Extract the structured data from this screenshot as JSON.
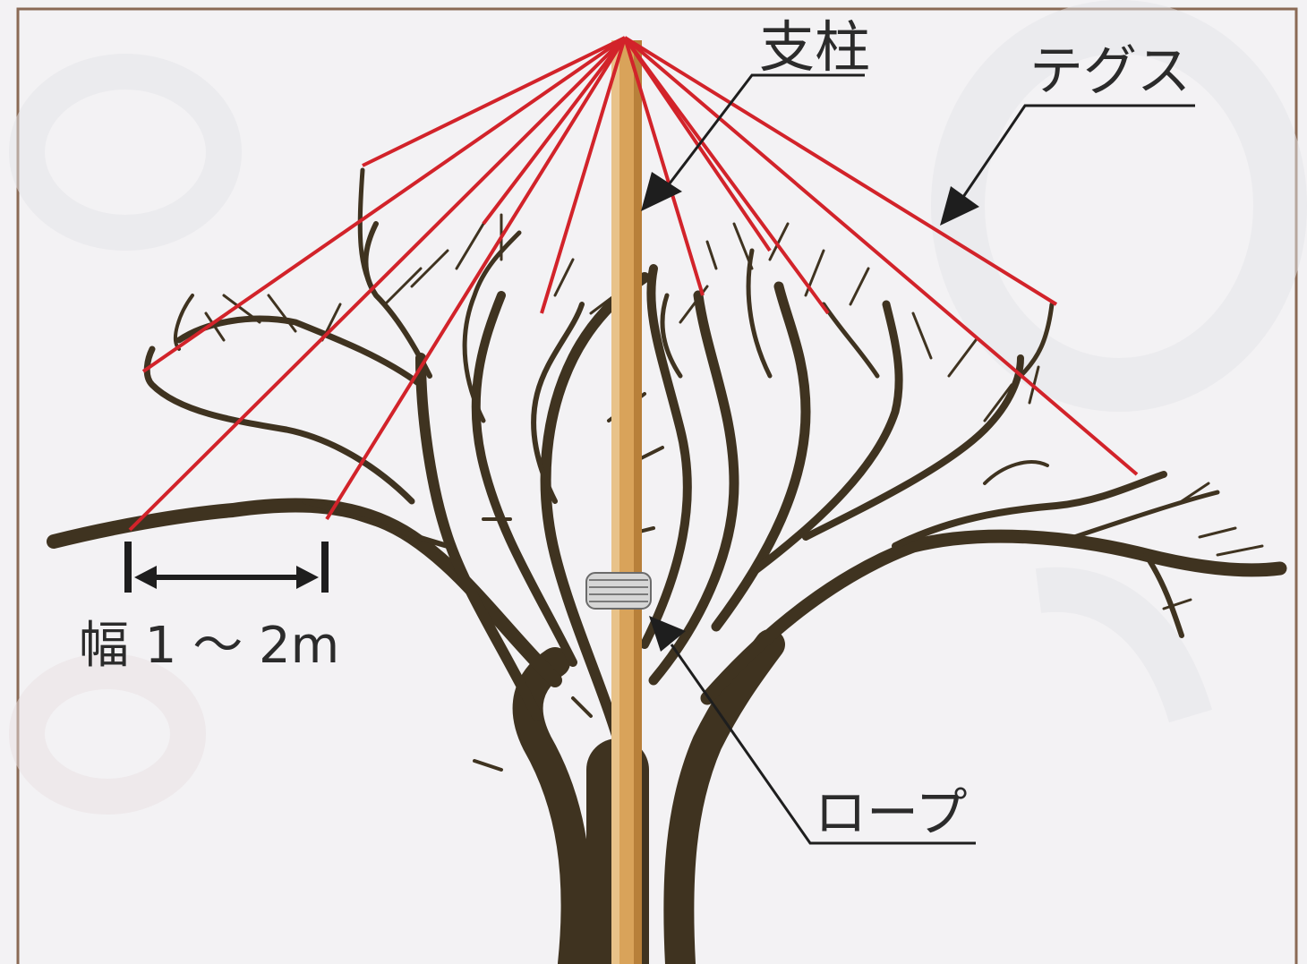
{
  "labels": {
    "support_pole": "支柱",
    "fishing_line": "テグス",
    "rope": "ロープ",
    "width": "幅 1 ～ 2m"
  },
  "colors": {
    "background": "#f3f2f4",
    "frame_border": "#8a6a55",
    "line_red": "#d2232a",
    "pole": "#d9a35a",
    "pole_shade": "#b8803a",
    "tree": "#3f3320",
    "ink": "#1e1e1e",
    "rope": "#c9c9c9"
  }
}
